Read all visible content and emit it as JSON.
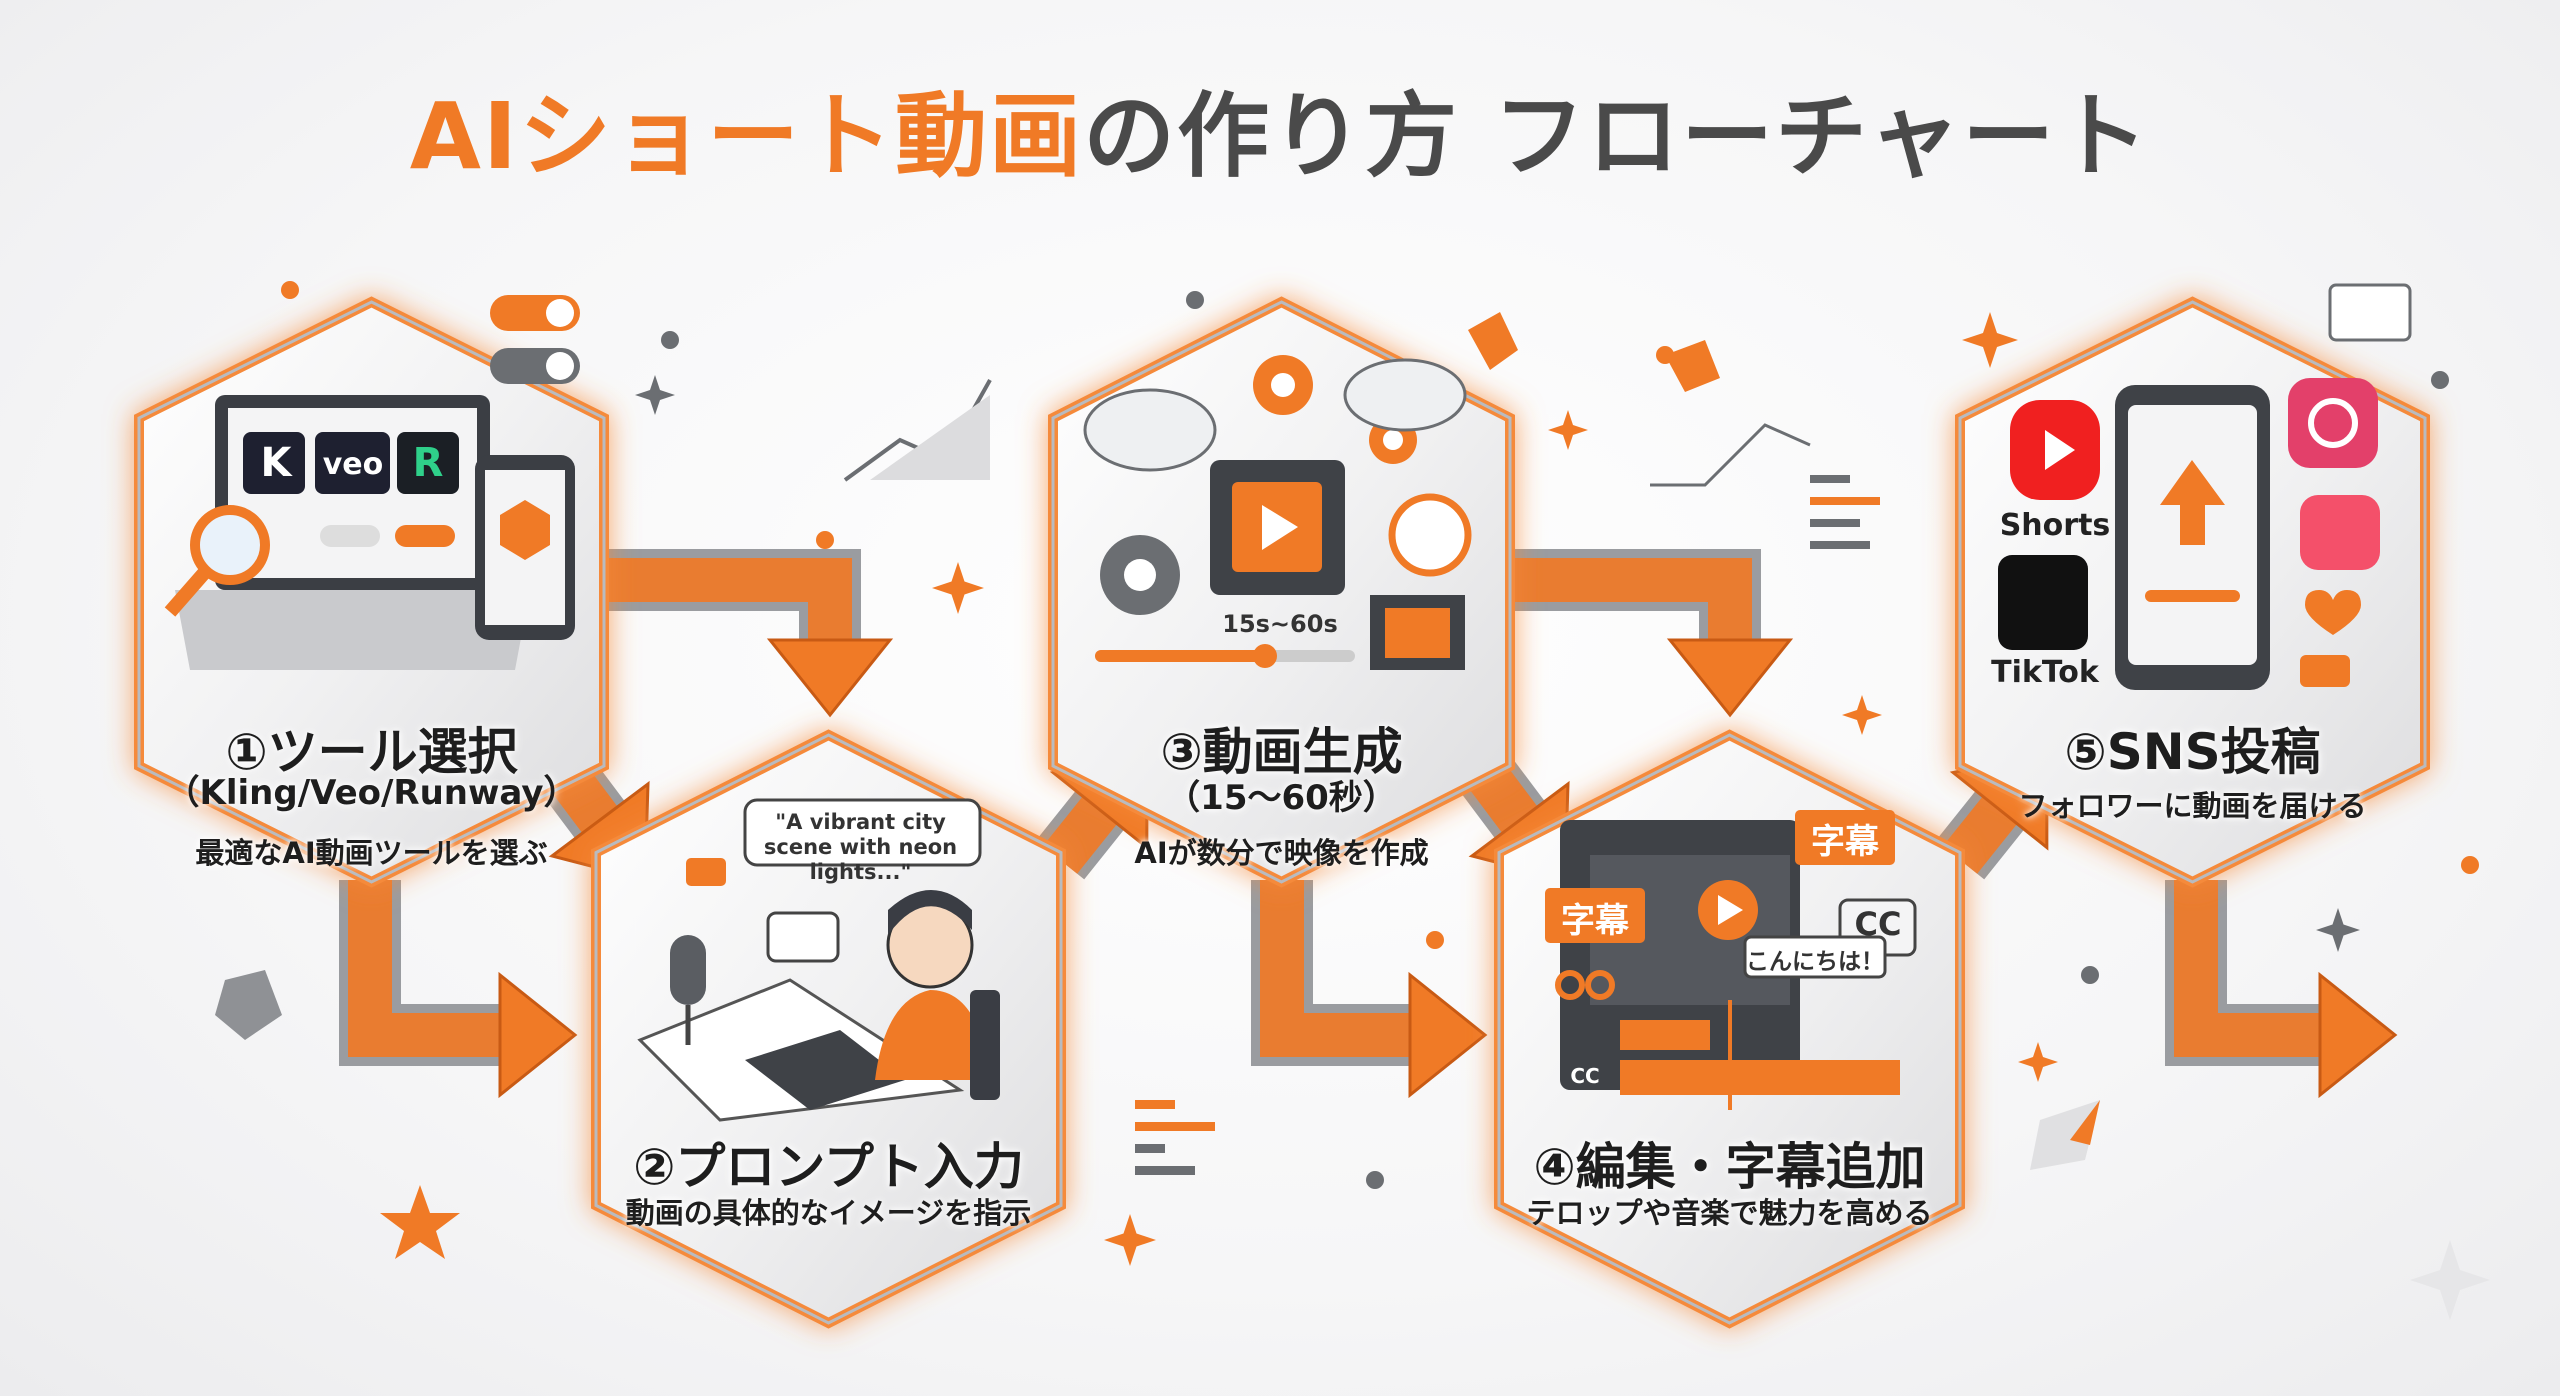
{
  "title": {
    "highlight": "AIショート動画",
    "rest": "の作り方 フローチャート"
  },
  "colors": {
    "accent": "#f07a26",
    "gray": "#6b6e72",
    "dark": "#2b2b2b"
  },
  "steps": [
    {
      "title": "①ツール選択",
      "sub": "（Kling/Veo/Runway）",
      "desc": "最適なAI動画ツールを選ぶ",
      "logos": [
        "K",
        "veo",
        "R"
      ]
    },
    {
      "title": "②プロンプト入力",
      "desc": "動画の具体的なイメージを指示",
      "bubble": "\"A vibrant city scene with neon lights...\""
    },
    {
      "title": "③動画生成",
      "sub": "（15〜60秒）",
      "desc": "AIが数分で映像を作成",
      "duration": "15s~60s"
    },
    {
      "title": "④編集・字幕追加",
      "desc": "テロップや音楽で魅力を高める",
      "caption_tag": "字幕",
      "cc": "CC",
      "hello": "こんにちは！"
    },
    {
      "title": "⑤SNS投稿",
      "desc": "フォロワーに動画を届ける",
      "platforms": [
        "Shorts",
        "TikTok"
      ]
    }
  ]
}
